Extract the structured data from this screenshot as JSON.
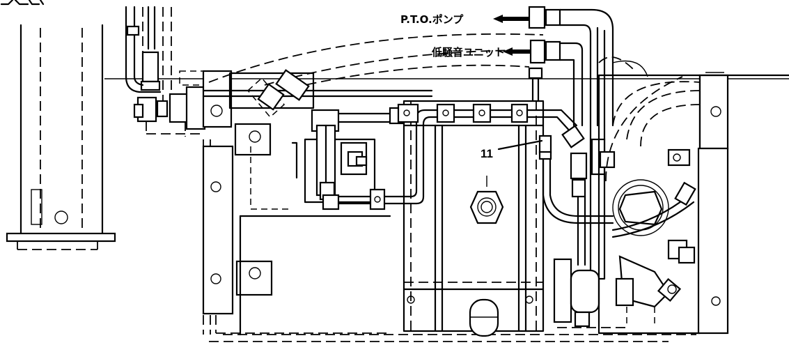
{
  "labels": {
    "pto_pump": "P.T.O.ポンプ",
    "low_noise_unit": "低騒音ユニット",
    "part_number": "11"
  },
  "colors": {
    "ink": "#000000",
    "paper": "#ffffff"
  }
}
